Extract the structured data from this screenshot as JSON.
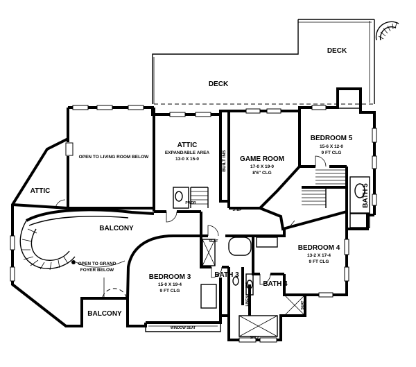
{
  "rooms": {
    "deck_upper": "DECK",
    "deck_main": "DECK",
    "bedroom5": {
      "name": "BEDROOM 5",
      "dims": "15-6 X 12-0",
      "ceiling": "9 FT CLG"
    },
    "attic_expandable": {
      "name": "ATTIC",
      "sub": "EXPANDABLE AREA",
      "dims": "13-0 X 15-0"
    },
    "game_room": {
      "name": "GAME ROOM",
      "dims": "17-0 X 19-0",
      "ceiling": "8'6\" CLG"
    },
    "open_living": "OPEN TO LIVING ROOM BELOW",
    "built_ins": "BUILT INS",
    "attic_left": "ATTIC",
    "pwdr": "PWDR",
    "step": "STEP",
    "bath5": "BATH 5",
    "balcony_main": "BALCONY",
    "open_foyer": {
      "line1": "OPEN TO GRAND",
      "line2": "FOYER BELOW"
    },
    "bedroom4": {
      "name": "BEDROOM 4",
      "dims": "13-2 X 17-4",
      "ceiling": "9 FT CLG"
    },
    "bedroom3": {
      "name": "BEDROOM 3",
      "dims": "15-0 X 19-4",
      "ceiling": "9 FT CLG"
    },
    "bath3": "BATH 3",
    "bath4": "BATH 4",
    "seat_top": "SEAT",
    "seat_right": "SEAT",
    "ks": "K.S.",
    "linen": "LINEN",
    "shlv": "SHLV",
    "window_seat": "WINDOW SEAT",
    "balcony_lower": "BALCONY"
  }
}
